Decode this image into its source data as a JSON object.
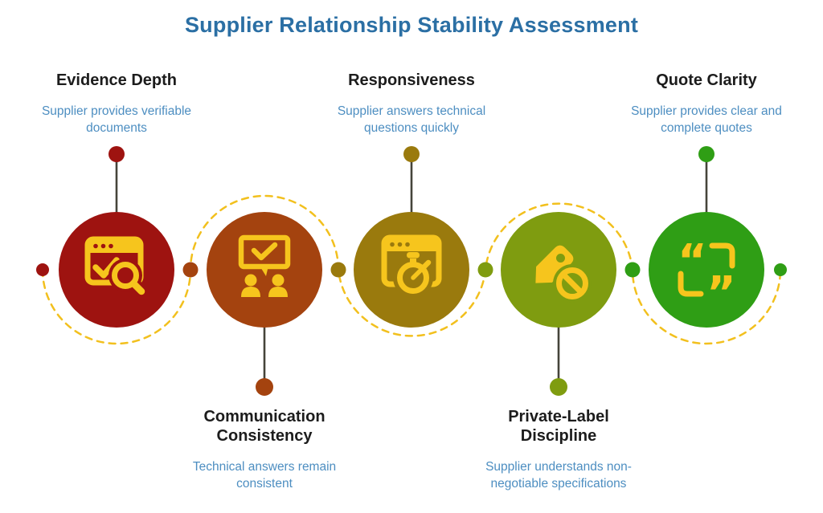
{
  "title": {
    "text": "Supplier Relationship Stability Assessment",
    "color": "#2b6fa4"
  },
  "colors": {
    "icon_yellow": "#f6c51d",
    "dash_yellow": "#f2c01e",
    "heading_text": "#1c1c1c",
    "description_text": "#4d8ec1",
    "connector_line": "#45443a",
    "background": "#ffffff"
  },
  "nodes": [
    {
      "title": "Evidence Depth",
      "description": "Supplier provides verifiable\ndocuments",
      "color": "#9e1310",
      "label_position": "top",
      "icon": "verified-search-browser-icon"
    },
    {
      "title": "Communication\nConsistency",
      "description": "Technical answers remain\nconsistent",
      "color": "#a4430f",
      "label_position": "bottom",
      "icon": "discussion-check-icon"
    },
    {
      "title": "Responsiveness",
      "description": "Supplier answers technical\nquestions quickly",
      "color": "#9a7a0d",
      "label_position": "top",
      "icon": "browser-stopwatch-icon"
    },
    {
      "title": "Private-Label\nDiscipline",
      "description": "Supplier understands non-\nnegotiable specifications",
      "color": "#7f9c10",
      "label_position": "bottom",
      "icon": "tag-prohibited-icon"
    },
    {
      "title": "Quote Clarity",
      "description": "Supplier provides clear and\ncomplete quotes",
      "color": "#2f9e15",
      "label_position": "top",
      "icon": "quotation-frame-icon"
    }
  ],
  "icon_glyphs": {
    "open_quote": "“",
    "close_quote": "”"
  }
}
